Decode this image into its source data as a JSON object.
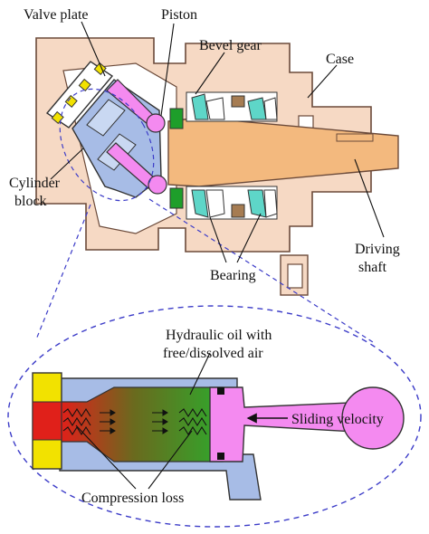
{
  "labels": {
    "valve_plate": "Valve plate",
    "piston": "Piston",
    "bevel_gear": "Bevel gear",
    "case": "Case",
    "cylinder_block_line1": "Cylinder",
    "cylinder_block_line2": "block",
    "driving_shaft_line1": "Driving",
    "driving_shaft_line2": "shaft",
    "bearing": "Bearing",
    "hydraulic_oil_line1": "Hydraulic oil with",
    "hydraulic_oil_line2": "free/dissolved air",
    "sliding_velocity": "Sliding velocity",
    "compression_loss": "Compression loss"
  },
  "colors": {
    "case_fill": "#F6D9C4",
    "case_stroke": "#6B4A3A",
    "shaft_fill": "#F3B97E",
    "cylinder_fill": "#A7BCE6",
    "piston_fill": "#F48AF0",
    "valve_yellow": "#F2E200",
    "bearing_teal": "#5ED6C8",
    "bearing_brown": "#A67C52",
    "gear_green": "#1E9E2A",
    "oil_red": "#E0201A",
    "oil_green": "#2FA82C",
    "callout_dash": "#3C3CC8"
  }
}
